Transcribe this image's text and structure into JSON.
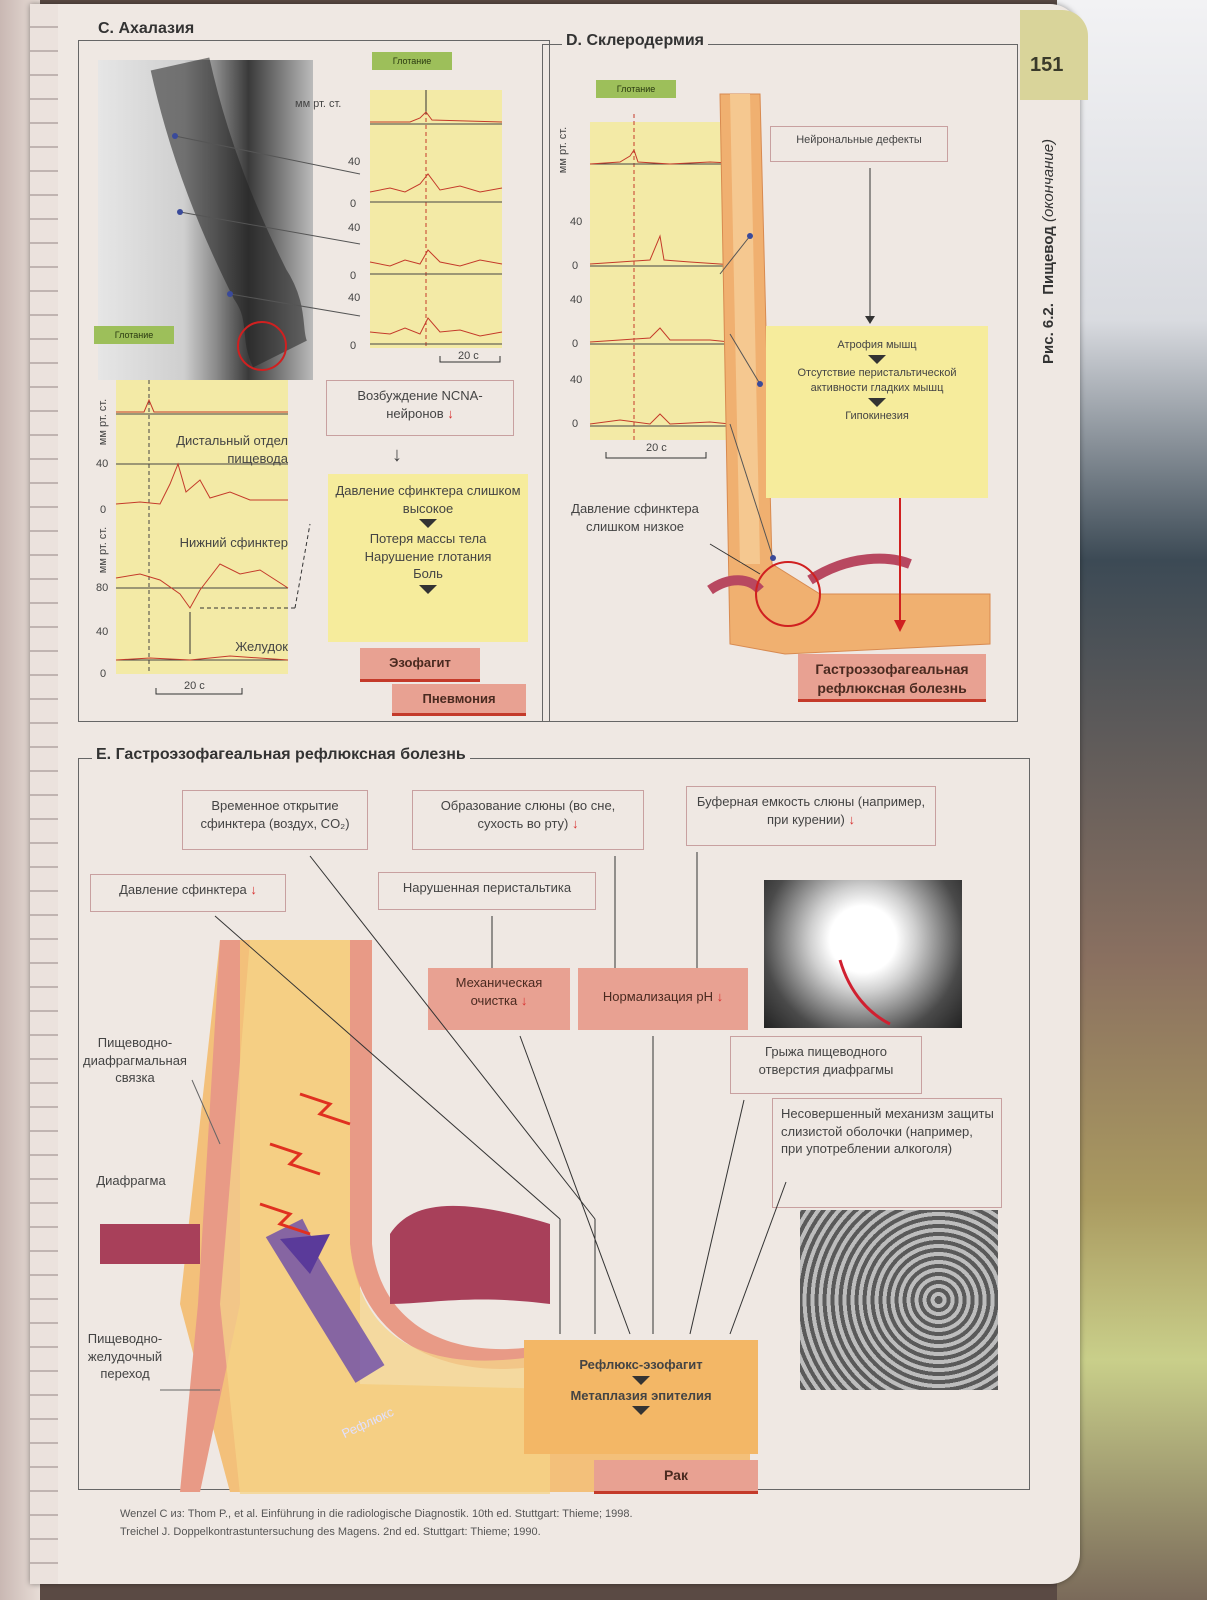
{
  "page_number": "151",
  "side_caption": {
    "prefix": "Рис. 6.2.",
    "title": "Пищевод",
    "suffix": "(окончание)"
  },
  "section_c": {
    "title": "C. Ахалазия",
    "swallow_tag": "Глотание",
    "unit": "мм рт. ст.",
    "ticks": [
      "40",
      "0",
      "40",
      "0",
      "40",
      "0"
    ],
    "scale": "20 с",
    "lower_labels": {
      "distal": "Дистальный отдел пищевода",
      "lower_sphincter": "Нижний сфинктер",
      "stomach": "Желудок"
    },
    "lower_ticks": [
      "40",
      "0",
      "80",
      "40",
      "0"
    ],
    "excitation": "Возбуждение NCNA-нейронов",
    "effects": [
      "Давление сфинктера слишком высокое",
      "Потеря массы тела",
      "Нарушение глотания",
      "Боль"
    ],
    "outcome1": "Эзофагит",
    "outcome2": "Пневмония"
  },
  "section_d": {
    "title": "D. Склеродермия",
    "swallow_tag": "Глотание",
    "unit": "мм рт. ст.",
    "ticks": [
      "40",
      "0",
      "40",
      "0",
      "40",
      "0"
    ],
    "scale": "20 с",
    "defects": "Нейрональные дефекты",
    "chain": [
      "Атрофия мышц",
      "Отсутствие перистальтической активности гладких мышц",
      "Гипокинезия"
    ],
    "sphincter_low": "Давление сфинктера слишком низкое",
    "result": "Гастроэзофагеальная рефлюксная болезнь"
  },
  "section_e": {
    "title": "E. Гастроэзофагеальная рефлюксная болезнь",
    "temp_opening": "Временное открытие сфинктера (воздух, CO₂)",
    "saliva": "Образование слюны (во сне, сухость во рту)",
    "buffer": "Буферная емкость слюны (например, при курении)",
    "sphincter_pressure": "Давление сфинктера",
    "peristalsis": "Нарушенная перистальтика",
    "mech_clean": "Механическая очистка",
    "ph_norm": "Нормализация pH",
    "hernia": "Грыжа пищеводного отверстия диафрагмы",
    "mucosa": "Несовершенный механизм защиты слизистой оболочки (например, при употреблении алкоголя)",
    "ligament": "Пищеводно-диафрагмальная связка",
    "diaphragm": "Диафрагма",
    "junction": "Пищеводно-желудочный переход",
    "reflux_word": "Рефлюкс",
    "reflux_chain": [
      "Рефлюкс-эзофагит",
      "Метаплазия эпителия"
    ],
    "cancer": "Рак"
  },
  "footer": [
    "Wenzel C из: Thom P., et al. Einführung in die radiologische Diagnostik. 10th ed. Stuttgart: Thieme; 1998.",
    "Treichel J. Doppelkontrastuntersuchung des Magens. 2nd ed. Stuttgart: Thieme; 1990."
  ],
  "colors": {
    "yellow": "#f3eaa6",
    "pink": "#e8a192",
    "orange": "#f3b766",
    "trace": "#c43a2a",
    "tag": "#9dbf5a"
  }
}
